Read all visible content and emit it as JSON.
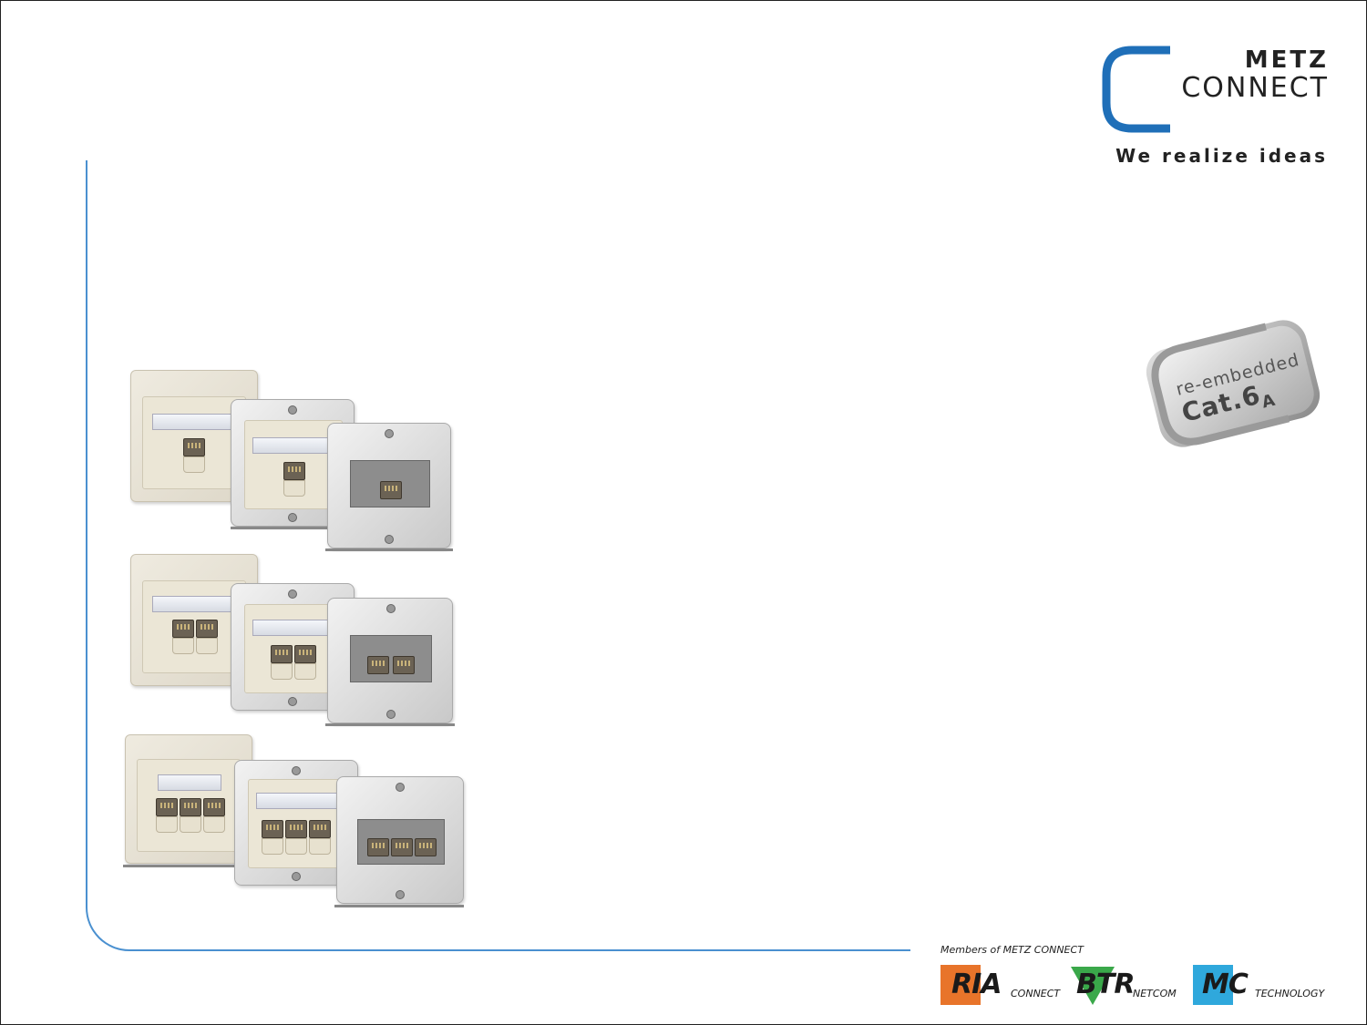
{
  "brand": {
    "line1": "METZ",
    "line2": "CONNECT",
    "tagline": "We realize ideas",
    "accent_color": "#1f6fb8"
  },
  "badge": {
    "line1": "re-embedded",
    "line2_main": "Cat.6",
    "line2_sub": "A"
  },
  "products": {
    "rows": [
      {
        "ports": 1
      },
      {
        "ports": 2
      },
      {
        "ports": 3
      }
    ]
  },
  "members": {
    "title": "Members of METZ CONNECT",
    "items": [
      {
        "name": "RIA",
        "suffix": "CONNECT",
        "color": "#e8742a"
      },
      {
        "name": "BTR",
        "suffix": "NETCOM",
        "color": "#3aa84a"
      },
      {
        "name": "MC",
        "suffix": "TECHNOLOGY",
        "color": "#2fa8dc"
      }
    ]
  }
}
